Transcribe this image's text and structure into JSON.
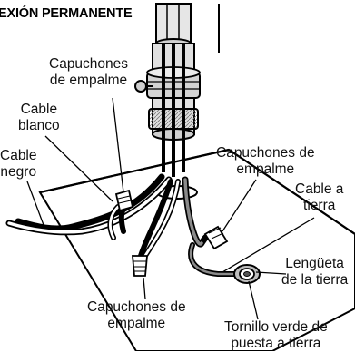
{
  "title": "EXIÓN PERMANENTE",
  "labels": {
    "capuchones_top": [
      "Capuchones",
      "de empalme"
    ],
    "cable_blanco": [
      "Cable",
      "blanco"
    ],
    "cable_negro": [
      "Cable",
      "negro"
    ],
    "capuchones_right": [
      "Capuchones de",
      "empalme"
    ],
    "cable_tierra": [
      "Cable a",
      "tierra"
    ],
    "lengueta": [
      "Lengüeta",
      "de la tierra"
    ],
    "capuchones_bottom": [
      "Capuchones de",
      "empalme"
    ],
    "tornillo": [
      "Tornillo verde de",
      "puesta a tierra"
    ]
  }
}
